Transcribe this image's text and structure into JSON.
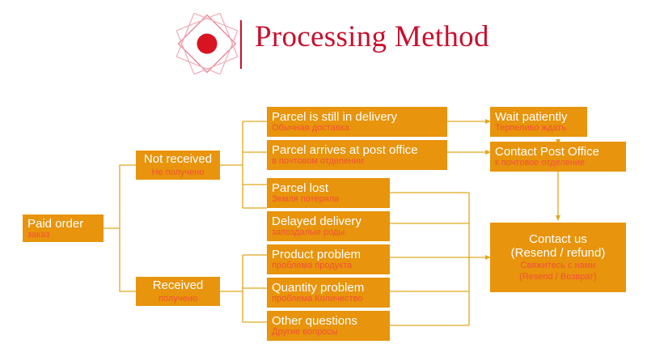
{
  "header": {
    "title": "Processing Method",
    "logo_icon": "diamond-red-dot-logo",
    "accent_color": "#c8102e"
  },
  "palette": {
    "node_fill": "#e8940c",
    "node_label": "#ffffff",
    "node_sublabel": "#f4513c",
    "connector": "#e0a81e",
    "background": "#ffffff"
  },
  "chart_data": {
    "type": "diagram",
    "title": "Processing Method",
    "nodes": [
      {
        "id": "paid-order",
        "en": "Paid order",
        "ru": "заказ"
      },
      {
        "id": "not-received",
        "en": "Not received",
        "ru": "Не получено"
      },
      {
        "id": "received",
        "en": "Received",
        "ru": "получено"
      },
      {
        "id": "parcel-in-delivery",
        "en": "Parcel is still in delivery",
        "ru": "Обычная доставка"
      },
      {
        "id": "parcel-post-office",
        "en": "Parcel arrives at post office",
        "ru": "в почтовом отделении"
      },
      {
        "id": "parcel-lost",
        "en": "Parcel lost",
        "ru": "Земля потеряла"
      },
      {
        "id": "delayed-delivery",
        "en": "Delayed delivery",
        "ru": "запоздалые роды"
      },
      {
        "id": "product-problem",
        "en": "Product problem",
        "ru": "проблема продукта"
      },
      {
        "id": "quantity-problem",
        "en": "Quantity problem",
        "ru": "проблема Количество"
      },
      {
        "id": "other-questions",
        "en": "Other questions",
        "ru": "Другие вопросы"
      },
      {
        "id": "wait-patiently",
        "en": "Wait patiently",
        "ru": "Терпеливо ждать"
      },
      {
        "id": "contact-post-office",
        "en": "Contact Post Office",
        "ru": "к почтовое отделение"
      },
      {
        "id": "contact-us",
        "en_line1": "Contact us",
        "en_line2": "(Resend / refund)",
        "ru_line1": "Свяжитесь с нами",
        "ru_line2": "(Resend / Возврат)"
      }
    ],
    "edges": [
      {
        "from": "paid-order",
        "to": "not-received"
      },
      {
        "from": "paid-order",
        "to": "received"
      },
      {
        "from": "not-received",
        "to": "parcel-in-delivery"
      },
      {
        "from": "not-received",
        "to": "parcel-post-office"
      },
      {
        "from": "not-received",
        "to": "parcel-lost"
      },
      {
        "from": "not-received",
        "to": "delayed-delivery"
      },
      {
        "from": "received",
        "to": "product-problem"
      },
      {
        "from": "received",
        "to": "quantity-problem"
      },
      {
        "from": "received",
        "to": "other-questions"
      },
      {
        "from": "parcel-in-delivery",
        "to": "wait-patiently",
        "arrow": true
      },
      {
        "from": "parcel-post-office",
        "to": "contact-post-office",
        "arrow": true
      },
      {
        "from": "wait-patiently",
        "to": "contact-post-office",
        "arrow": true
      },
      {
        "from": "contact-post-office",
        "to": "contact-us",
        "arrow": true
      },
      {
        "from": "parcel-lost",
        "to": "contact-us",
        "arrow": true
      },
      {
        "from": "delayed-delivery",
        "to": "contact-us",
        "arrow": true
      },
      {
        "from": "product-problem",
        "to": "contact-us",
        "arrow": true
      },
      {
        "from": "quantity-problem",
        "to": "contact-us",
        "arrow": true
      },
      {
        "from": "other-questions",
        "to": "contact-us",
        "arrow": true
      }
    ]
  }
}
